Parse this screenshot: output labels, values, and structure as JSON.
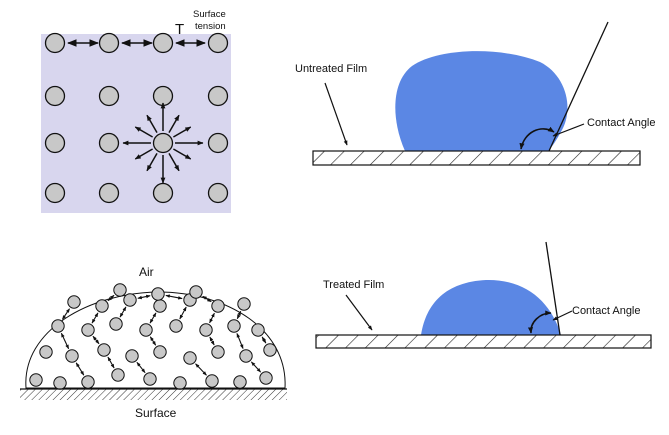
{
  "panels": {
    "tension": {
      "t_symbol": "T",
      "label_line1": "Surface",
      "label_line2": "tension"
    },
    "untreated": {
      "film_label": "Untreated Film",
      "angle_label": "Contact Angle"
    },
    "treated": {
      "film_label": "Treated Film",
      "angle_label": "Contact Angle"
    },
    "droplet": {
      "air_label": "Air",
      "surface_label": "Surface"
    }
  },
  "colors": {
    "liquid_box": "#d8d6ee",
    "molecule_fill": "#c8c8c8",
    "water_drop": "#5b87e4",
    "line": "#111111"
  }
}
